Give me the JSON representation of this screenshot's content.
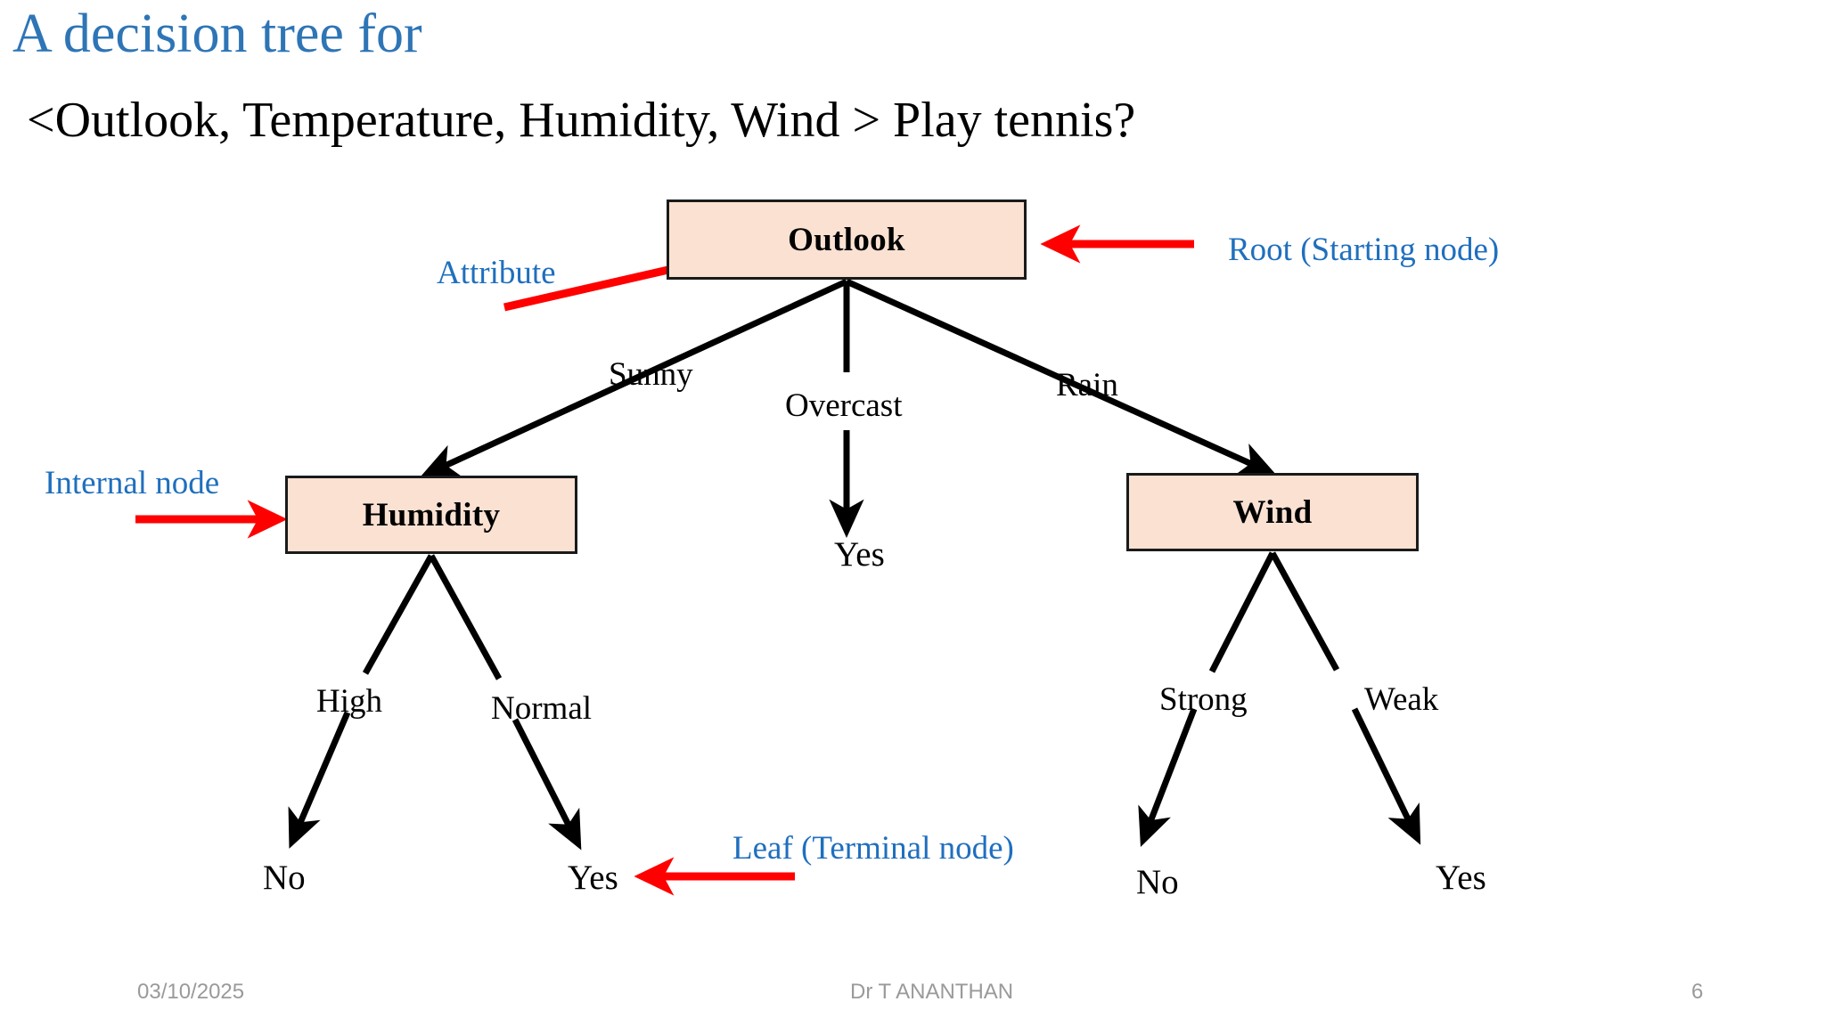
{
  "slide": {
    "title": "A decision tree for",
    "subtitle": "<Outlook, Temperature, Humidity, Wind >  Play tennis?",
    "title_color": "#2E75B6",
    "annotation_color": "#1F6FBE",
    "node_fill_color": "#FAE1D2",
    "node_border_color": "#1A1A1A",
    "arrow_color": "#FF0000",
    "edge_color": "#000000",
    "background_color": "#FFFFFF"
  },
  "tree": {
    "root": {
      "label": "Outlook"
    },
    "internal_left": {
      "label": "Humidity"
    },
    "internal_right": {
      "label": "Wind"
    },
    "branches": {
      "sunny": "Sunny",
      "overcast": "Overcast",
      "rain": "Rain",
      "high": "High",
      "normal": "Normal",
      "strong": "Strong",
      "weak": "Weak"
    },
    "leaves": {
      "overcast_yes": "Yes",
      "humidity_high_no": "No",
      "humidity_normal_yes": "Yes",
      "wind_strong_no": "No",
      "wind_weak_yes": "Yes"
    }
  },
  "annotations": {
    "attribute": "Attribute",
    "root": "Root  (Starting node)",
    "internal_node": "Internal node",
    "leaf": "Leaf (Terminal node)"
  },
  "footer": {
    "date": "03/10/2025",
    "author": "Dr T ANANTHAN",
    "page_number": "6"
  }
}
